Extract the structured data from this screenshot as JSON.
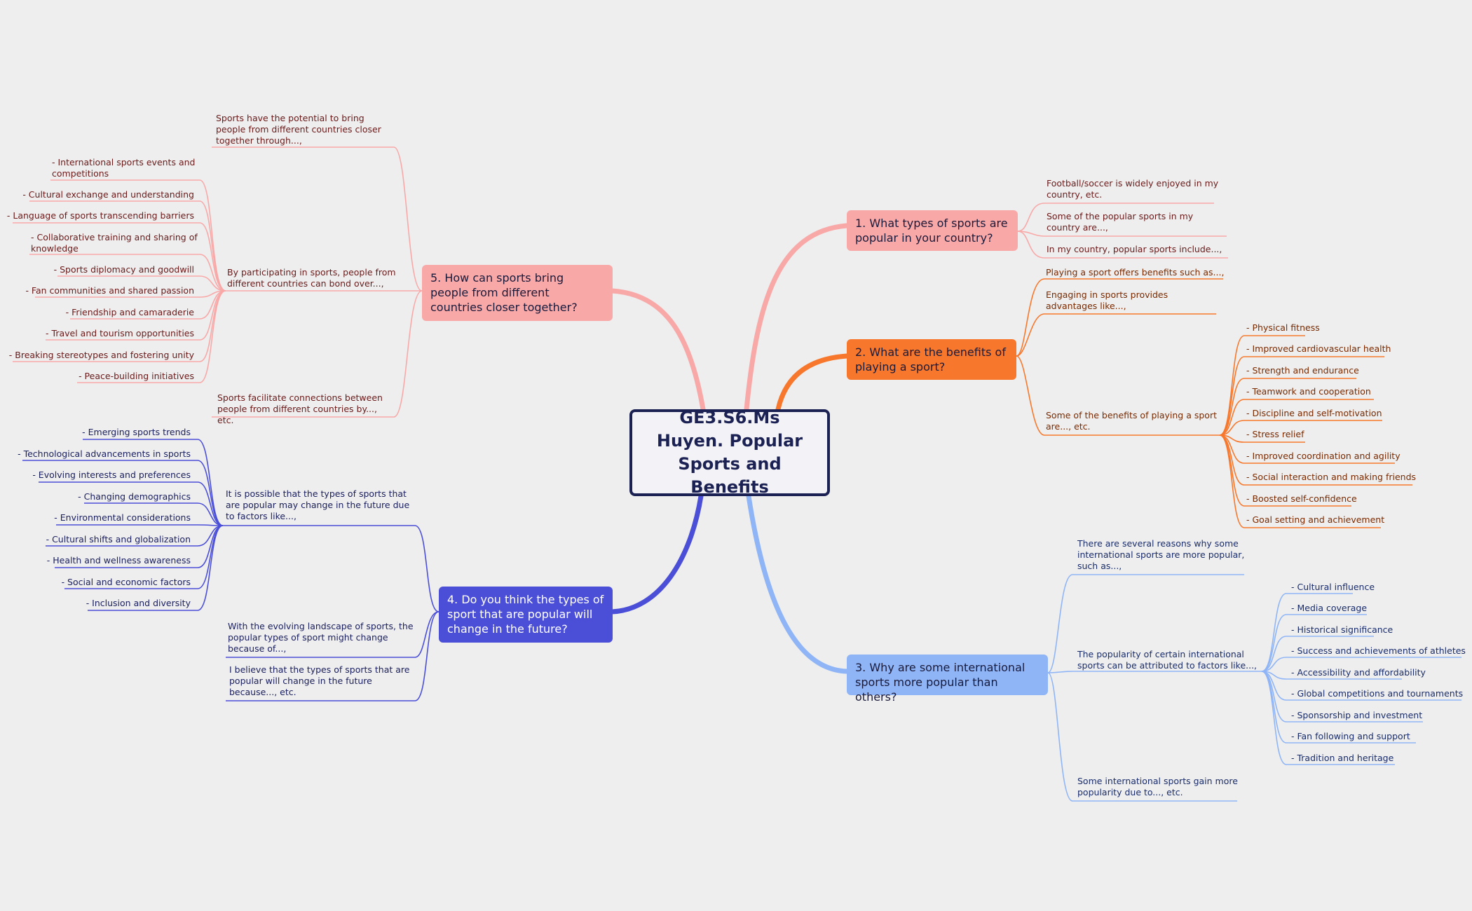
{
  "center": {
    "title": "GE3.S6.Ms Huyen. Popular Sports and Benefits"
  },
  "colors": {
    "branch1": "#f9a8a8",
    "branch2": "#f7782d",
    "branch3": "#8fb5f7",
    "branch4": "#4b4fd8",
    "branch5": "#f9a8a8",
    "center_border": "#1b2253",
    "background": "#eeeeee"
  },
  "branch1": {
    "title": "1. What types of sports are popular in your country?",
    "items": [
      "Football/soccer is widely enjoyed in my country, etc.",
      "Some of the popular sports in my country are...,",
      "In my country, popular sports include...,"
    ]
  },
  "branch2": {
    "title": "2. What are the benefits of playing a sport?",
    "items": [
      "Playing a sport offers benefits such as...,",
      "Engaging in sports provides advantages like...,",
      "Some of the benefits of playing a sport are..., etc."
    ],
    "sub_items": [
      "- Physical fitness",
      "- Improved cardiovascular health",
      "- Strength and endurance",
      "- Teamwork and cooperation",
      "- Discipline and self-motivation",
      "- Stress relief",
      "- Improved coordination and agility",
      "- Social interaction and making friends",
      "- Boosted self-confidence",
      "- Goal setting and achievement"
    ]
  },
  "branch3": {
    "title": "3. Why are some international sports more popular than others?",
    "items": [
      "There are several reasons why some international sports are more popular, such as...,",
      "The popularity of certain international sports can be attributed to factors like...,",
      "Some international sports gain more popularity due to..., etc."
    ],
    "sub_items": [
      "- Cultural influence",
      "- Media coverage",
      "- Historical significance",
      "- Success and achievements of athletes",
      "- Accessibility and affordability",
      "- Global competitions and tournaments",
      "- Sponsorship and investment",
      "- Fan following and support",
      "- Tradition and heritage"
    ]
  },
  "branch4": {
    "title": "4. Do you think the types of sport that are popular will change in the future?",
    "items": [
      "It is possible that the types of sports that are popular may change in the future due to factors like...,",
      "With the evolving landscape of sports, the popular types of sport might change because of...,",
      "I believe that the types of sports that are popular will change in the future because..., etc."
    ],
    "sub_items": [
      "- Emerging sports trends",
      "- Technological advancements in sports",
      "- Evolving interests and preferences",
      "- Changing demographics",
      "- Environmental considerations",
      "- Cultural shifts and globalization",
      "- Health and wellness awareness",
      "- Social and economic factors",
      "- Inclusion and diversity"
    ]
  },
  "branch5": {
    "title": "5. How can sports bring people from different countries closer together?",
    "items": [
      "Sports have the potential to bring people from different countries closer together through...,",
      "By participating in sports, people from different countries can bond over...,",
      "Sports facilitate connections between people from different countries by..., etc."
    ],
    "sub_items": [
      "- International sports events and competitions",
      "- Cultural exchange and understanding",
      "- Language of sports transcending barriers",
      "- Collaborative training and sharing of knowledge",
      "- Sports diplomacy and goodwill",
      "- Fan communities and shared passion",
      "- Friendship and camaraderie",
      "- Travel and tourism opportunities",
      "- Breaking stereotypes and fostering unity",
      "- Peace-building initiatives"
    ]
  }
}
